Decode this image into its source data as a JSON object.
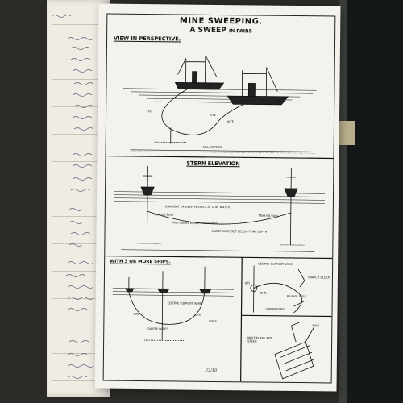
{
  "sheet": {
    "title": "MINE SWEEPING.",
    "subtitle_main": "A SWEEP",
    "subtitle_small": "IN PAIRS",
    "sections": {
      "perspective": {
        "heading": "VIEW IN PERSPECTIVE.",
        "labels": {
          "leg": "LEG",
          "kite": "KITE",
          "kite2": "KITE",
          "sea_bottom": "SEA BOTTOM"
        }
      },
      "elevation": {
        "heading": "STERN ELEVATION",
        "labels": {
          "draught": "DRAUGHT OF DEEP VESSELS AT LOW WATER",
          "sweep_wire": "SWEEP WIRE SET BELOW THAT DEPTH",
          "float_left": "Marking Buoy",
          "float_right": "Marking Buoy",
          "mid_note": "Mine Cables Brought to Surface"
        }
      },
      "three_ships": {
        "heading": "WITH 3 OR MORE SHIPS.",
        "labels": {
          "kite": "KITE",
          "kite2": "KITE",
          "centre_support": "CENTRE SUPPORT WIRE",
          "sweep_wires": "SWEEP WIRES",
          "wire": "WIRE"
        }
      },
      "detail": {
        "labels": {
          "centre_support": "CENTRE SUPPORT WIRE",
          "depth": "35 ft.",
          "kite_depth": "6 ft",
          "bridge": "BRIDGE WIRE",
          "snatch": "SNATCH BLOCK",
          "sweep_wire": "SWEEP WIRE"
        }
      },
      "multiplane": {
        "labels": {
          "title": "MULTIPLANE KITE STEER",
          "ring": "RING"
        }
      }
    },
    "page_number": "23/10"
  }
}
